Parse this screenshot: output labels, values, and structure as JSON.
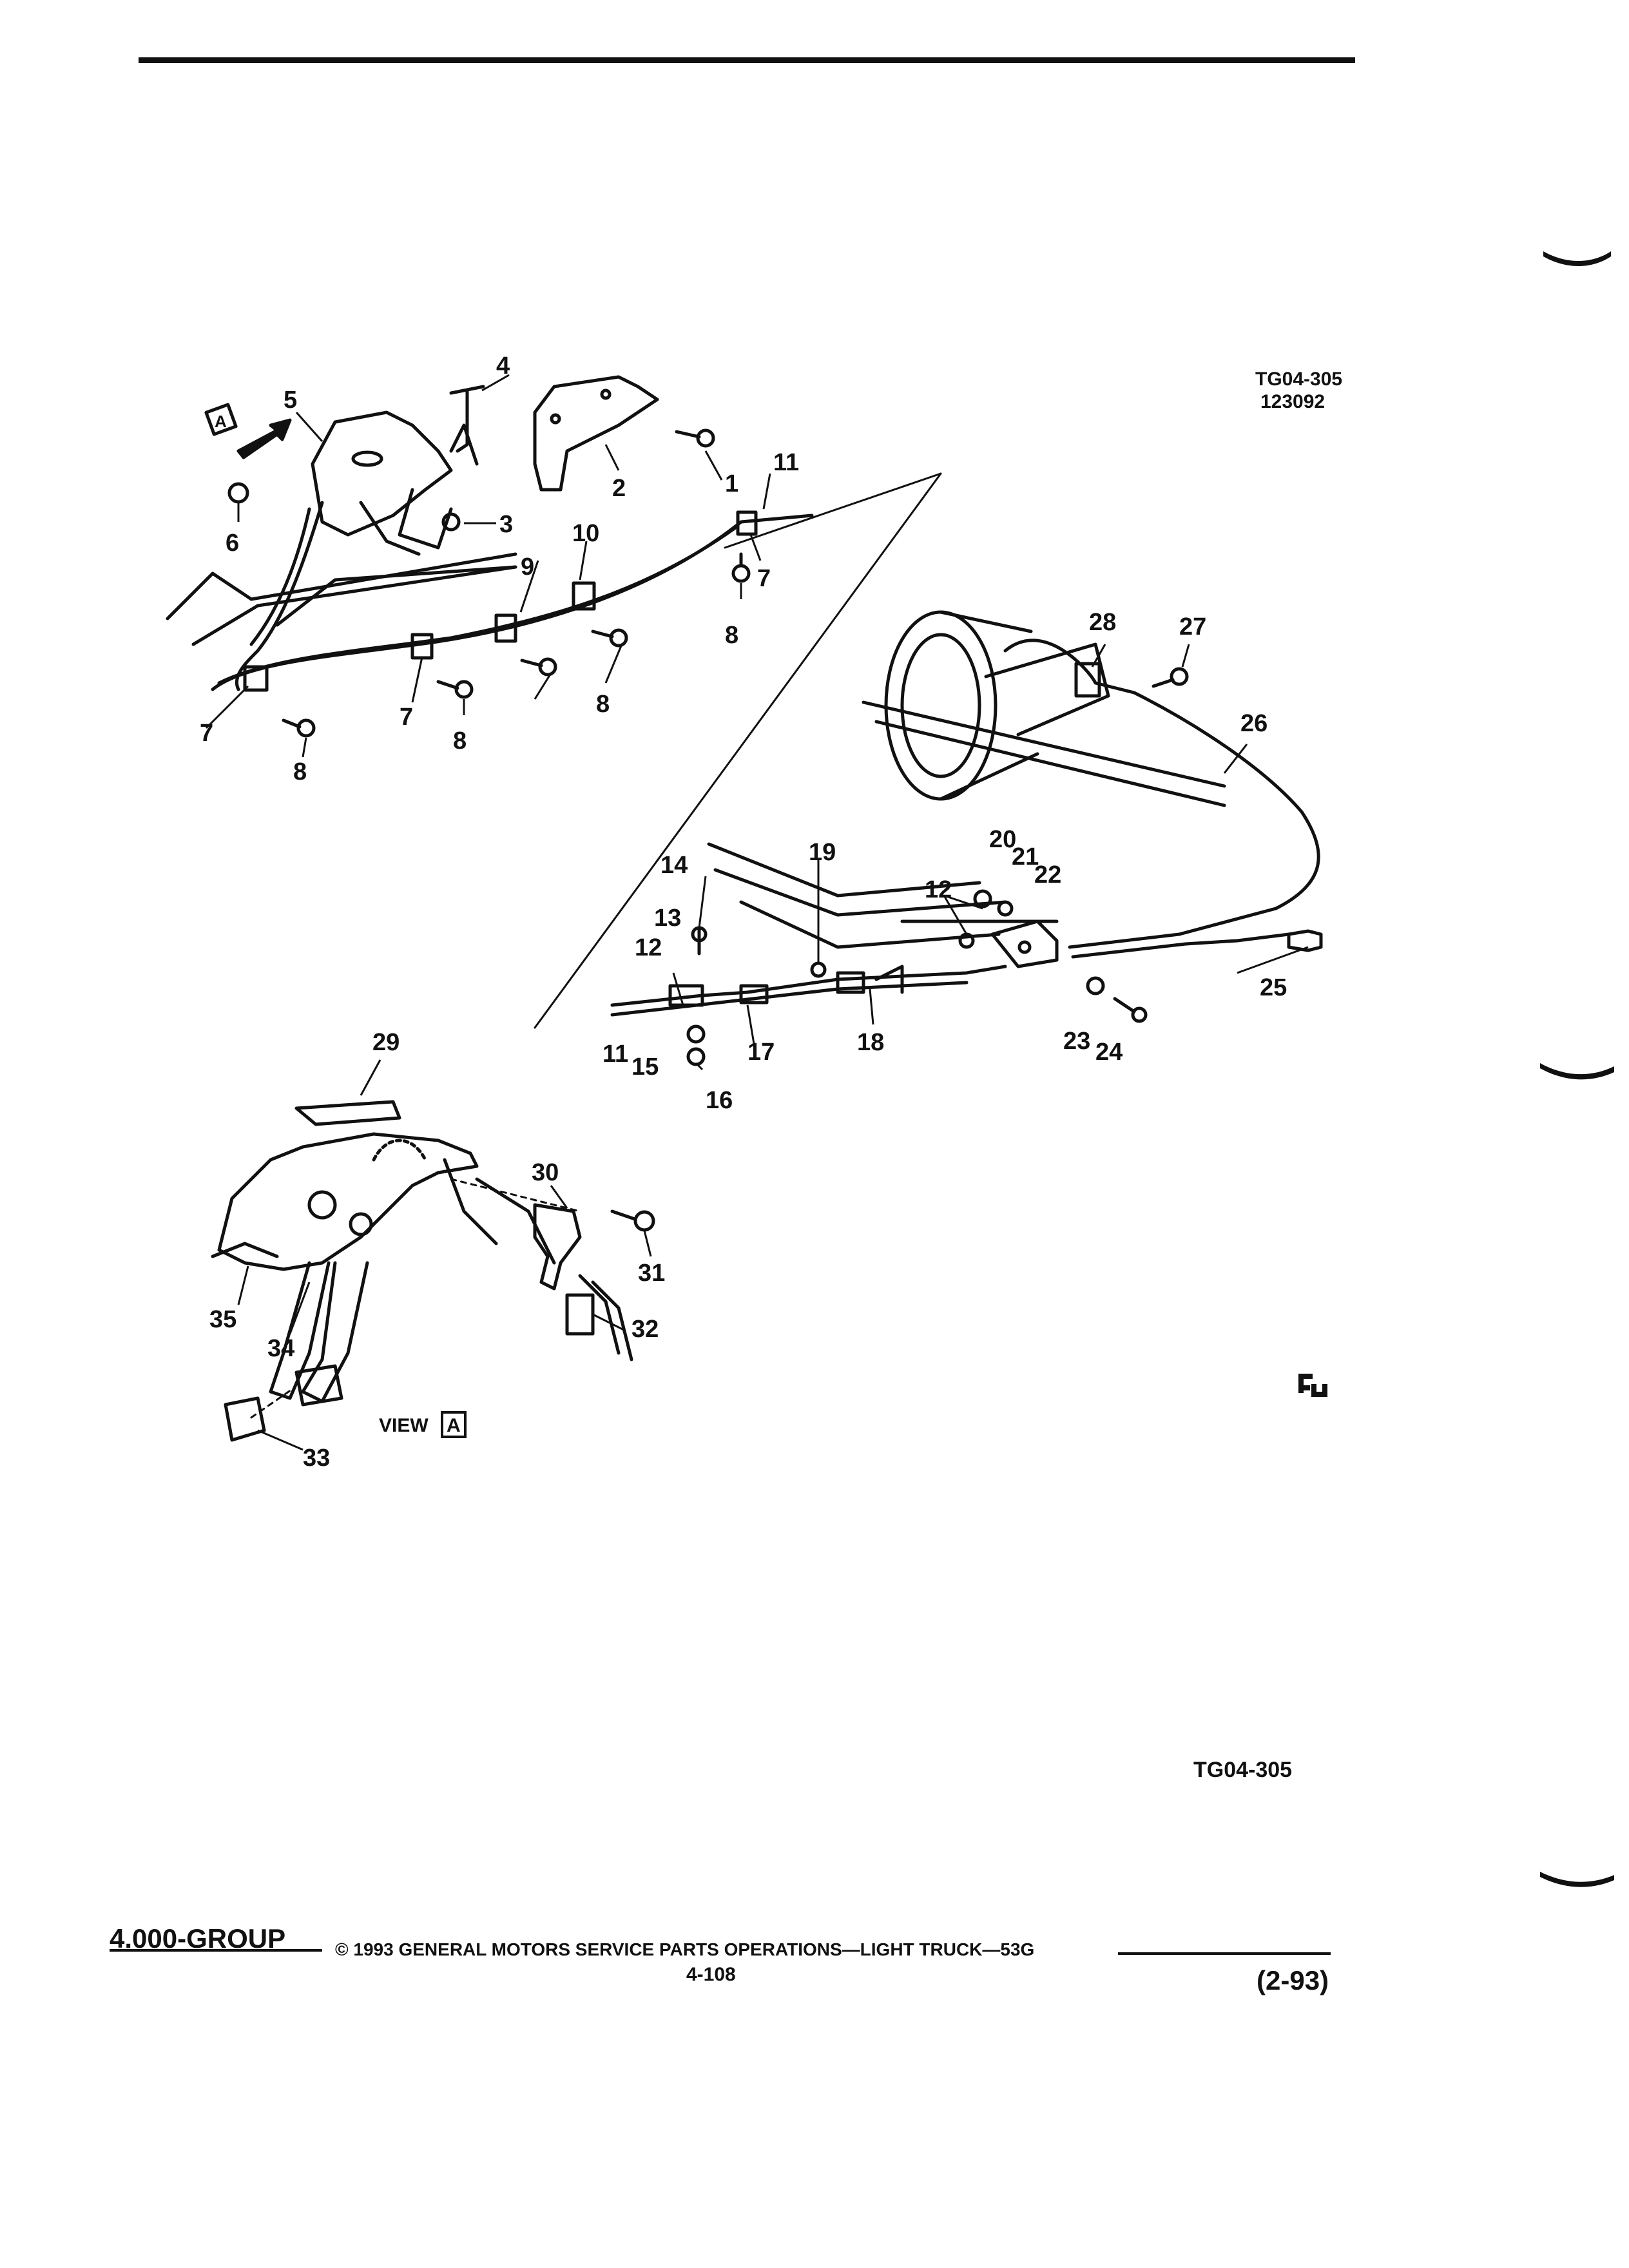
{
  "header": {
    "figure_id": "TG04-305",
    "figure_date": "123092"
  },
  "callouts": [
    "1",
    "2",
    "3",
    "4",
    "5",
    "6",
    "7",
    "8",
    "9",
    "10",
    "11",
    "12",
    "13",
    "14",
    "15",
    "16",
    "17",
    "18",
    "19",
    "20",
    "21",
    "22",
    "23",
    "24",
    "25",
    "26",
    "27",
    "28",
    "29",
    "30",
    "31",
    "32",
    "33",
    "34",
    "35"
  ],
  "view": {
    "prefix": "VIEW",
    "letter": "A"
  },
  "figure_id_bottom": "TG04-305",
  "footer": {
    "group": "4.000-GROUP",
    "copyright": "© 1993 GENERAL MOTORS SERVICE PARTS OPERATIONS—LIGHT TRUCK—53G",
    "page": "4-108",
    "date": "(2-93)"
  },
  "colors": {
    "ink": "#111111",
    "paper": "#ffffff"
  }
}
